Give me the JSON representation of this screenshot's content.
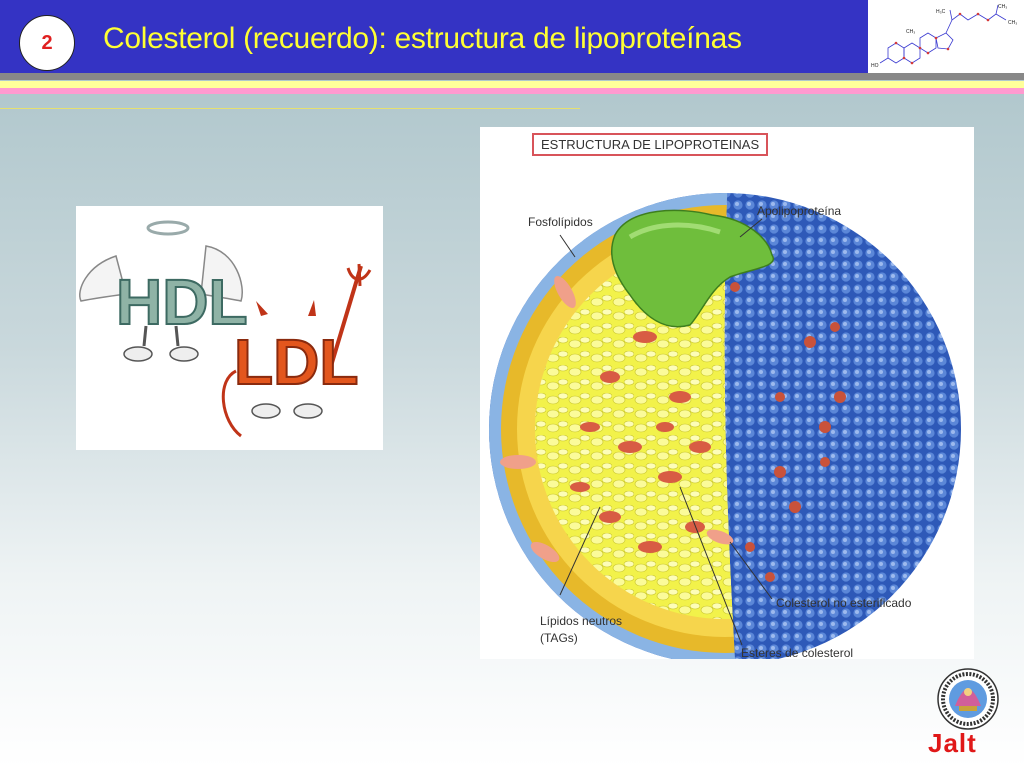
{
  "slide": {
    "number": "2",
    "title": "Colesterol (recuerdo): estructura de lipoproteínas"
  },
  "header_image": {
    "icon": "cholesterol-molecule-icon",
    "labels": [
      "H₃C",
      "CH₃",
      "CH₃",
      "CH₃",
      "HO"
    ]
  },
  "cartoon": {
    "hdl": "HDL",
    "ldl": "LDL"
  },
  "diagram": {
    "title": "ESTRUCTURA DE LIPOPROTEINAS",
    "labels": {
      "fosfolipidos": "Fosfolípidos",
      "apolipoproteina": "Apolipoproteína",
      "lipidos_neutros_1": "Lípidos neutros",
      "lipidos_neutros_2": "(TAGs)",
      "colesterol_no_est": "Colesterol no esterificado",
      "esteres": "Esteres de colesterol"
    }
  },
  "footer": {
    "logo": "university-seal-icon",
    "signature": "Jalt"
  }
}
